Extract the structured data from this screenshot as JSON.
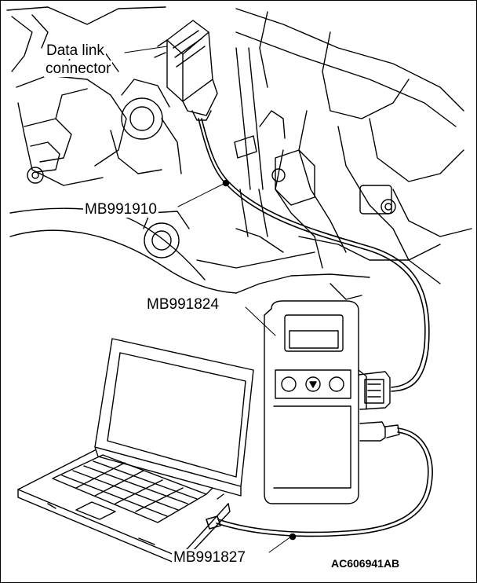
{
  "labels": {
    "data_link_connector_line1": "Data link",
    "data_link_connector_line2": "connector",
    "cable_910": "MB991910",
    "vci_824": "MB991824",
    "cable_827": "MB991827"
  },
  "figure_code": "AC606941AB",
  "colors": {
    "line": "#000000",
    "background": "#ffffff"
  }
}
